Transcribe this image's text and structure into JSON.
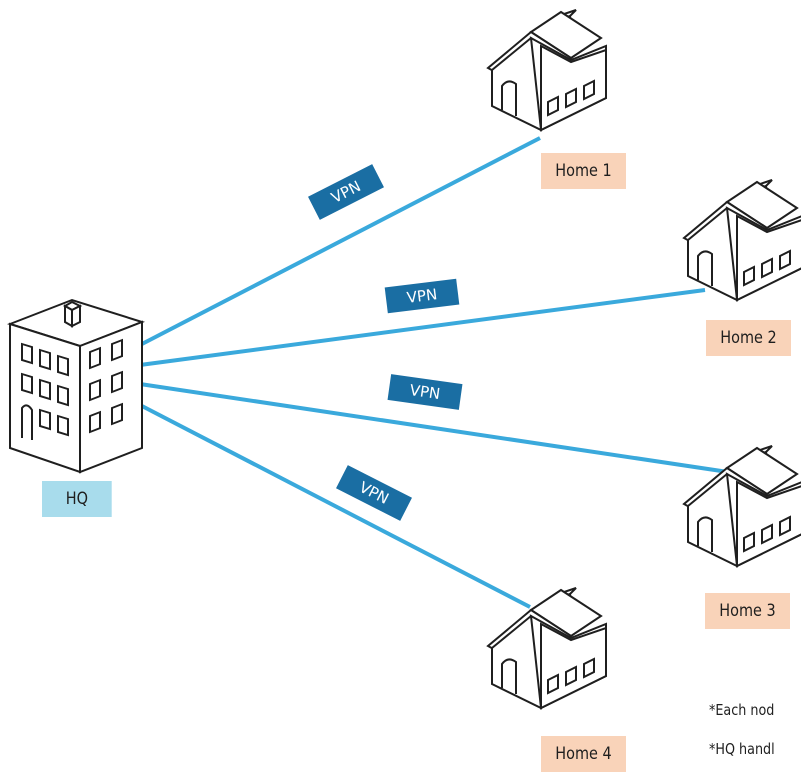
{
  "nodes": {
    "hq": {
      "label": "HQ"
    },
    "homes": [
      {
        "label": "Home 1"
      },
      {
        "label": "Home 2"
      },
      {
        "label": "Home 3"
      },
      {
        "label": "Home 4"
      }
    ]
  },
  "links": [
    {
      "from": "HQ",
      "to": "Home 1",
      "label": "VPN"
    },
    {
      "from": "HQ",
      "to": "Home 2",
      "label": "VPN"
    },
    {
      "from": "HQ",
      "to": "Home 3",
      "label": "VPN"
    },
    {
      "from": "HQ",
      "to": "Home 4",
      "label": "VPN"
    }
  ],
  "notes": [
    "*Each nod",
    "*HQ handl"
  ],
  "colors": {
    "link": "#3aa9dc",
    "vpn_badge": "#1a6ea3",
    "hq_label_bg": "#a8dcec",
    "home_label_bg": "#f9d3b9",
    "outline": "#1f1f1f"
  }
}
